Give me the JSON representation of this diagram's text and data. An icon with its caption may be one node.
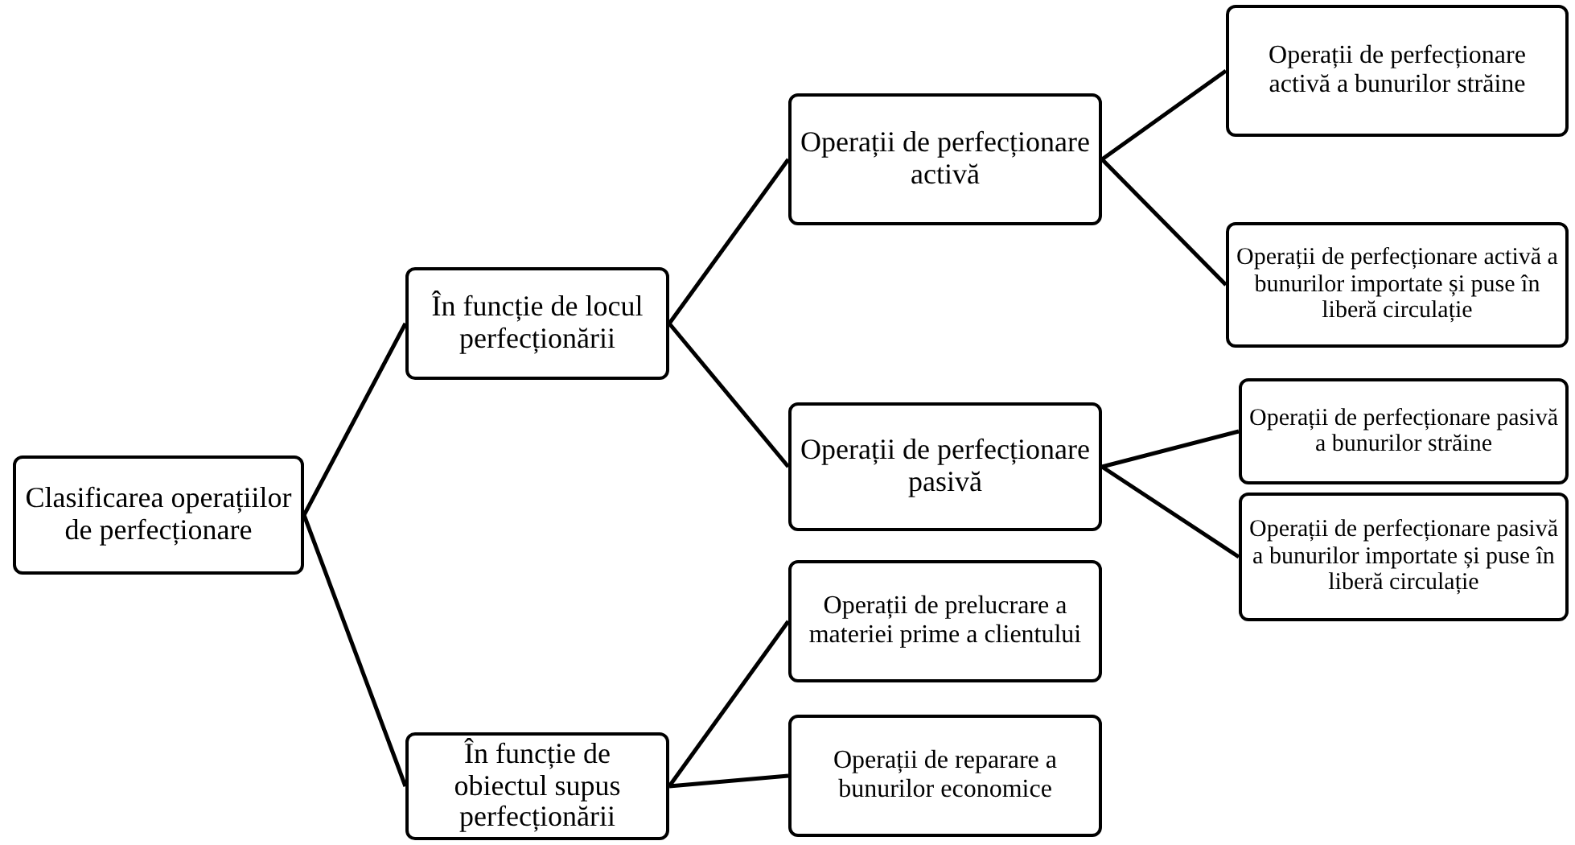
{
  "diagram": {
    "nodes": [
      {
        "text": [
          "Clasificarea operațiilor de perfecționare"
        ]
      },
      {
        "text": [
          "În funcție de locul perfecționării"
        ]
      },
      {
        "text": [
          "În funcție de obiectul supus perfecționării"
        ]
      },
      {
        "text": [
          "Operații de perfecționare activă"
        ]
      },
      {
        "text": [
          "Operații de perfecționare pasivă"
        ]
      },
      {
        "text": [
          "Operații de prelucrare a materiei prime a clientului"
        ]
      },
      {
        "text": [
          "Operații de reparare a bunurilor economice"
        ]
      },
      {
        "text": [
          "Operații de perfecționare activă a bunurilor străine"
        ]
      },
      {
        "text": [
          "Operații de perfecționare activă a bunurilor importate și puse în liberă circulație"
        ]
      },
      {
        "text": [
          "Operații de perfecționare pasivă a bunurilor străine"
        ]
      },
      {
        "text": [
          "Operații de perfecționare pasivă a bunurilor importate și puse în liberă circulație"
        ]
      }
    ],
    "edges": [
      {
        "from": 0,
        "to": 1,
        "arrow": "none"
      },
      {
        "from": 0,
        "to": 2,
        "arrow": "none"
      },
      {
        "from": 1,
        "to": 3,
        "arrow": "none"
      },
      {
        "from": 1,
        "to": 4,
        "arrow": "none"
      },
      {
        "from": 2,
        "to": 5,
        "arrow": "none"
      },
      {
        "from": 2,
        "to": 6,
        "arrow": "none"
      },
      {
        "from": 3,
        "to": 7,
        "arrow": "none"
      },
      {
        "from": 3,
        "to": 8,
        "arrow": "none"
      },
      {
        "from": 4,
        "to": 9,
        "arrow": "none"
      },
      {
        "from": 4,
        "to": 10,
        "arrow": "none"
      }
    ]
  }
}
